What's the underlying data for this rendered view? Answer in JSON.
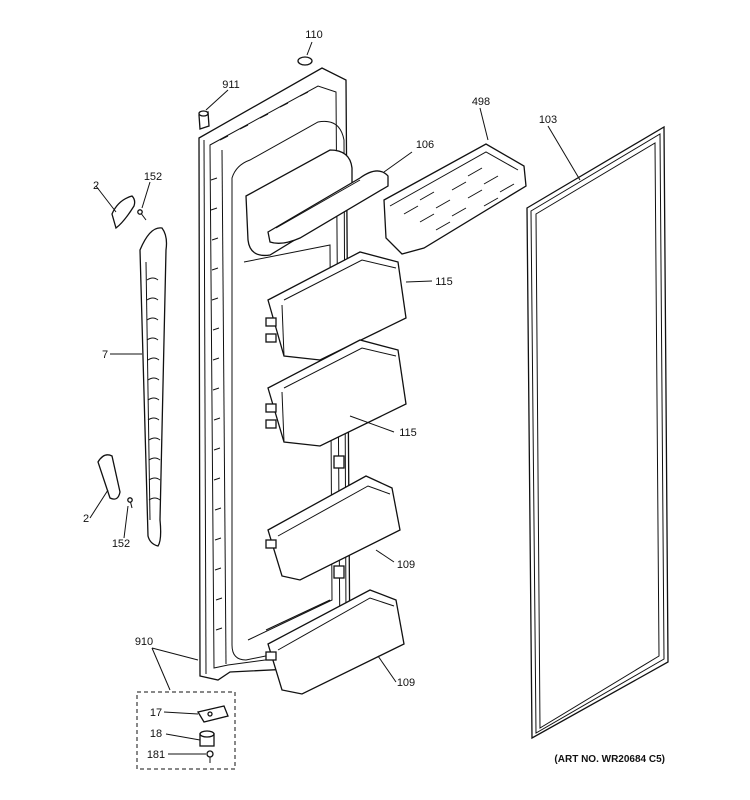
{
  "labels": {
    "p110": "110",
    "p911": "911",
    "p498": "498",
    "p103": "103",
    "p106": "106",
    "p2_top": "2",
    "p152_top": "152",
    "p7": "7",
    "p115_top": "115",
    "p115_bottom": "115",
    "p2_bottom": "2",
    "p152_bottom": "152",
    "p109_top": "109",
    "p109_bottom": "109",
    "p910": "910",
    "p17": "17",
    "p18": "18",
    "p181": "181"
  },
  "art_number": "(ART NO. WR20684 C5)"
}
